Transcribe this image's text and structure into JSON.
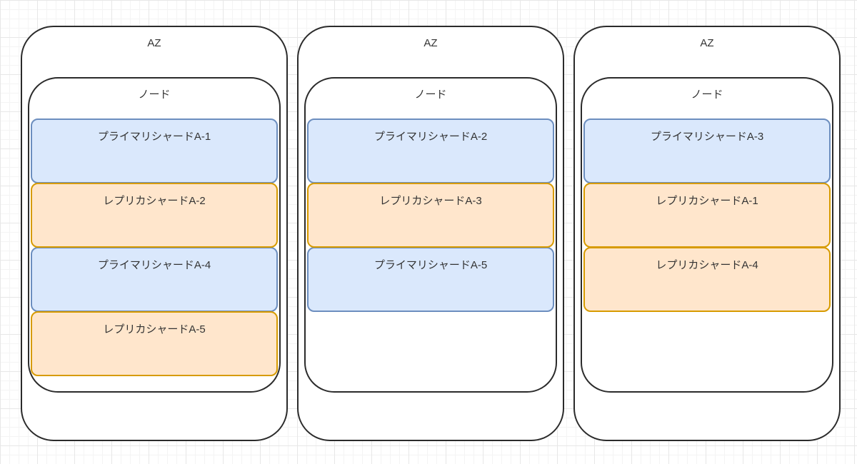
{
  "diagram": {
    "columns": [
      {
        "az_label": "AZ",
        "node_label": "ノード",
        "shards": [
          {
            "label": "プライマリシャードA-1",
            "type": "primary"
          },
          {
            "label": "レプリカシャードA-2",
            "type": "replica"
          },
          {
            "label": "プライマリシャードA-4",
            "type": "primary"
          },
          {
            "label": "レプリカシャードA-5",
            "type": "replica"
          }
        ]
      },
      {
        "az_label": "AZ",
        "node_label": "ノード",
        "shards": [
          {
            "label": "プライマリシャードA-2",
            "type": "primary"
          },
          {
            "label": "レプリカシャードA-3",
            "type": "replica"
          },
          {
            "label": "プライマリシャードA-5",
            "type": "primary"
          }
        ]
      },
      {
        "az_label": "AZ",
        "node_label": "ノード",
        "shards": [
          {
            "label": "プライマリシャードA-3",
            "type": "primary"
          },
          {
            "label": "レプリカシャードA-1",
            "type": "replica"
          },
          {
            "label": "レプリカシャードA-4",
            "type": "replica"
          }
        ]
      }
    ],
    "colors": {
      "primary_fill": "#dae8fc",
      "primary_border": "#6c8ebf",
      "replica_fill": "#ffe6cc",
      "replica_border": "#d79b00",
      "container_border": "#2b2b2b",
      "text": "#333333"
    },
    "legend_semantics": {
      "primary_means": "プライマリシャード",
      "replica_means": "レプリカシャード"
    }
  }
}
